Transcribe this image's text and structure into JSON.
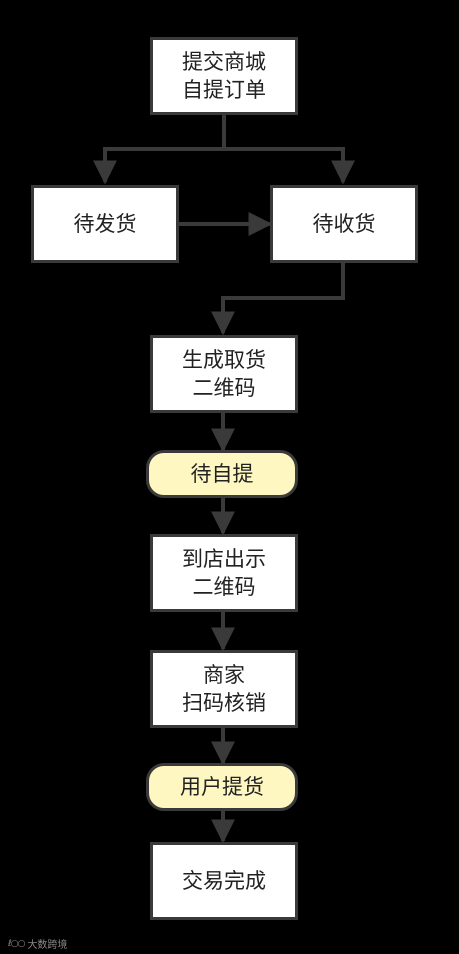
{
  "nodes": {
    "submit": "提交商城\n自提订单",
    "pending_ship": "待发货",
    "pending_receive": "待收货",
    "generate_qr": "生成取货\n二维码",
    "pending_pickup": "待自提",
    "show_qr": "到店出示\n二维码",
    "merchant_scan": "商家\n扫码核销",
    "user_pickup": "用户提货",
    "complete": "交易完成"
  },
  "watermark": "大数跨境",
  "colors": {
    "background": "#000000",
    "box_fill": "#ffffff",
    "pill_fill": "#fff7c2",
    "stroke": "#3a3a3a"
  }
}
